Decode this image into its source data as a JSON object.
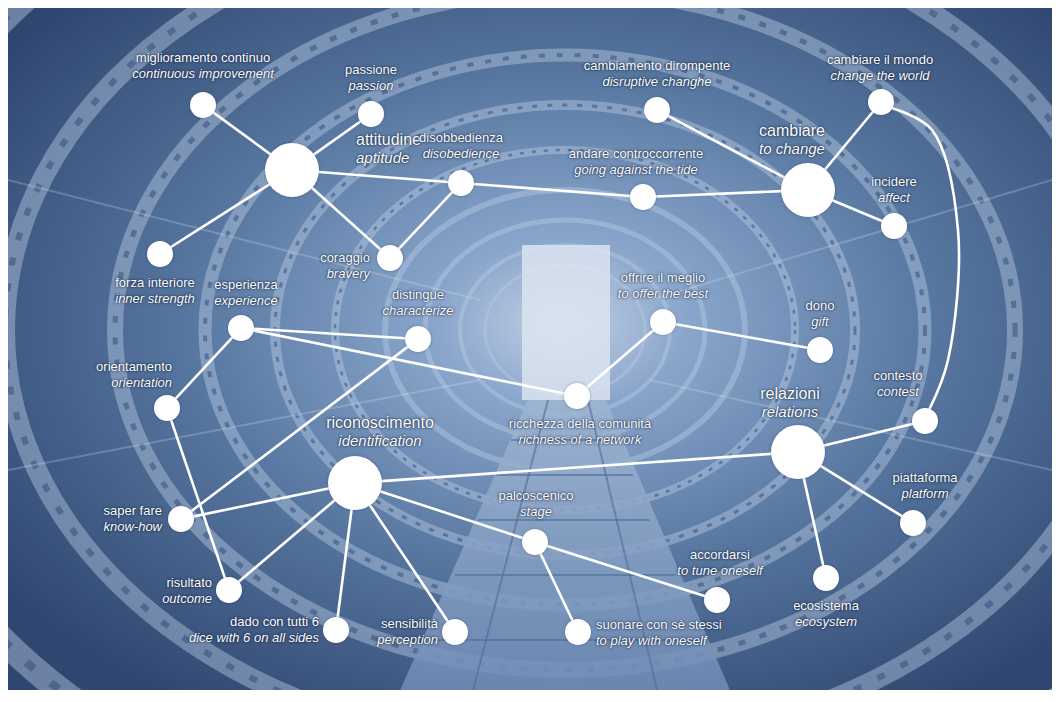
{
  "diagram": {
    "nodes": [
      {
        "text": [
          "miglioramento continuo",
          "continuous improvement"
        ]
      },
      {
        "text": [
          "passione",
          "passion"
        ]
      },
      {
        "text": [
          "cambiamento dirompente",
          "disruptive changhe"
        ]
      },
      {
        "text": [
          "cambiare il mondo",
          "change the world"
        ]
      },
      {
        "text": [
          "attitudine",
          "aptitude"
        ]
      },
      {
        "text": [
          "disobbedienza",
          "disobedience"
        ]
      },
      {
        "text": [
          "andare controccorrente",
          "going against the tide"
        ]
      },
      {
        "text": [
          "cambiare",
          "to change"
        ]
      },
      {
        "text": [
          "incidere",
          "affect"
        ]
      },
      {
        "text": [
          "coraggio",
          "bravery"
        ]
      },
      {
        "text": [
          "forza interiore",
          "inner strength"
        ]
      },
      {
        "text": [
          "esperienza",
          "experience"
        ]
      },
      {
        "text": [
          "distingue",
          "characterize"
        ]
      },
      {
        "text": [
          "offrire il meglio",
          "to offer the best"
        ]
      },
      {
        "text": [
          "dono",
          "gift"
        ]
      },
      {
        "text": [
          "orientamento",
          "orientation"
        ]
      },
      {
        "text": [
          "ricchezza della comunità",
          "richness of a network"
        ]
      },
      {
        "text": [
          "contesto",
          "contest"
        ]
      },
      {
        "text": [
          "relazioni",
          "relations"
        ]
      },
      {
        "text": [
          "riconoscimento",
          "identification"
        ]
      },
      {
        "text": [
          "palcoscenico",
          "stage"
        ]
      },
      {
        "text": [
          "saper fare",
          "know-how"
        ]
      },
      {
        "text": [
          "piattaforma",
          "platform"
        ]
      },
      {
        "text": [
          "accordarsi",
          "to tune oneself"
        ]
      },
      {
        "text": [
          "ecosistema",
          "ecosystem"
        ]
      },
      {
        "text": [
          "risultato",
          "outcome"
        ]
      },
      {
        "text": [
          "dado con tutti 6",
          "dice with 6 on all sides"
        ]
      },
      {
        "text": [
          "sensibilità",
          "perception"
        ]
      },
      {
        "text": [
          "suonare con sè stessi",
          "to play with oneself"
        ]
      }
    ],
    "edges": [
      {
        "from": 4,
        "to": 0,
        "arrow": "none"
      },
      {
        "from": 4,
        "to": 1,
        "arrow": "none"
      },
      {
        "from": 4,
        "to": 10,
        "arrow": "none"
      },
      {
        "from": 4,
        "to": 9,
        "arrow": "none"
      },
      {
        "from": 4,
        "to": 5,
        "arrow": "none"
      },
      {
        "from": 5,
        "to": 6,
        "arrow": "none"
      },
      {
        "from": 5,
        "to": 9,
        "arrow": "none"
      },
      {
        "from": 6,
        "to": 7,
        "arrow": "none"
      },
      {
        "from": 7,
        "to": 2,
        "arrow": "none"
      },
      {
        "from": 7,
        "to": 3,
        "arrow": "none"
      },
      {
        "from": 7,
        "to": 8,
        "arrow": "none"
      },
      {
        "from": 3,
        "to": 17,
        "arrow": "none"
      },
      {
        "from": 11,
        "to": 12,
        "arrow": "none"
      },
      {
        "from": 11,
        "to": 16,
        "arrow": "none"
      },
      {
        "from": 11,
        "to": 15,
        "arrow": "none"
      },
      {
        "from": 15,
        "to": 25,
        "arrow": "none"
      },
      {
        "from": 12,
        "to": 21,
        "arrow": "none"
      },
      {
        "from": 13,
        "to": 14,
        "arrow": "none"
      },
      {
        "from": 13,
        "to": 16,
        "arrow": "none"
      },
      {
        "from": 19,
        "to": 21,
        "arrow": "none"
      },
      {
        "from": 19,
        "to": 25,
        "arrow": "none"
      },
      {
        "from": 19,
        "to": 26,
        "arrow": "none"
      },
      {
        "from": 19,
        "to": 27,
        "arrow": "none"
      },
      {
        "from": 19,
        "to": 20,
        "arrow": "none"
      },
      {
        "from": 19,
        "to": 18,
        "arrow": "none"
      },
      {
        "from": 20,
        "to": 23,
        "arrow": "none"
      },
      {
        "from": 20,
        "to": 28,
        "arrow": "none"
      },
      {
        "from": 18,
        "to": 17,
        "arrow": "none"
      },
      {
        "from": 18,
        "to": 22,
        "arrow": "none"
      },
      {
        "from": 18,
        "to": 24,
        "arrow": "none"
      }
    ]
  }
}
